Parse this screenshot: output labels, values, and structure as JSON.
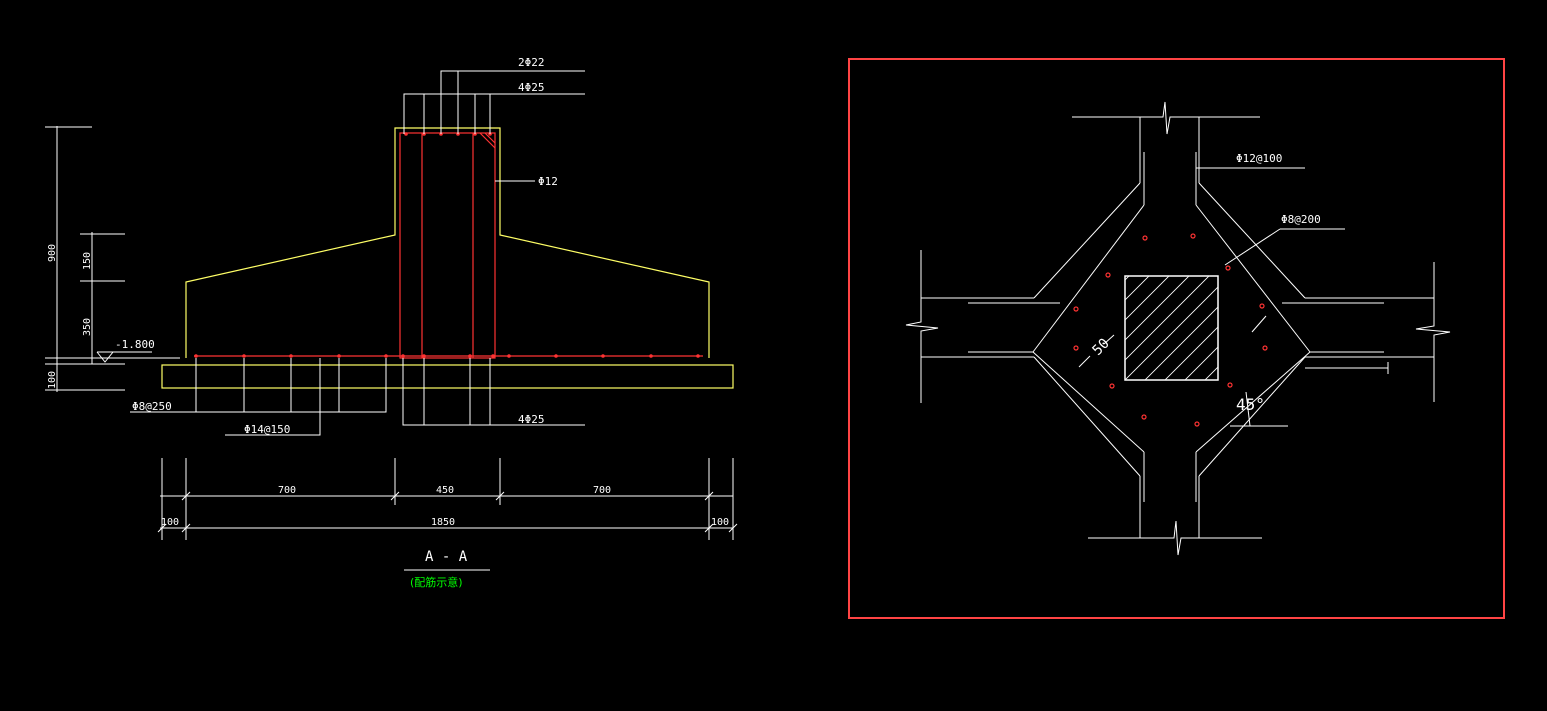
{
  "colors": {
    "background": "#000000",
    "line": "#ffffff",
    "concrete_outline": "#ffff66",
    "rebar": "#ff3333",
    "note": "#00ff00",
    "selection_frame": "#ff4444"
  },
  "section": {
    "labels": {
      "top_bars_a": "2Φ22",
      "top_bars_b": "4Φ25",
      "stirrup": "Φ12",
      "bottom_bars": "4Φ25",
      "base_bar_1": "Φ8@250",
      "base_bar_2": "Φ14@150",
      "elevation": "-1.800"
    },
    "dims_vertical": {
      "total": "900",
      "upper": "150",
      "lower": "350",
      "pad": "100"
    },
    "dims_horizontal": {
      "left": "700",
      "middle": "450",
      "right": "700",
      "overall": "1850",
      "pad_left": "100",
      "pad_right": "100"
    },
    "title": "A - A",
    "note": "(配筋示意)"
  },
  "plan": {
    "labels": {
      "stirrup": "Φ12@100",
      "bar": "Φ8@200",
      "offset": "50",
      "angle": "45°"
    }
  }
}
